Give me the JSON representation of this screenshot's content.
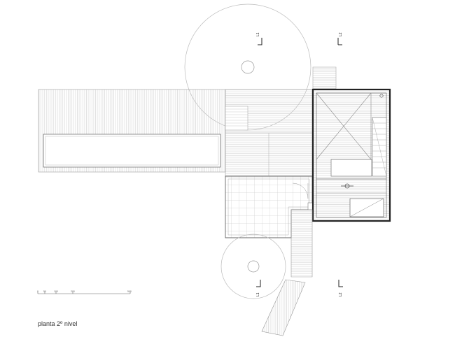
{
  "drawing": {
    "title": "planta 2º nivel",
    "section_marks": {
      "l1_top": "L1",
      "l2_top": "L2",
      "l1_bottom": "L1",
      "l2_bottom": "L2"
    },
    "scale_labels": [
      "0",
      "50",
      "100",
      "200",
      "500"
    ]
  }
}
